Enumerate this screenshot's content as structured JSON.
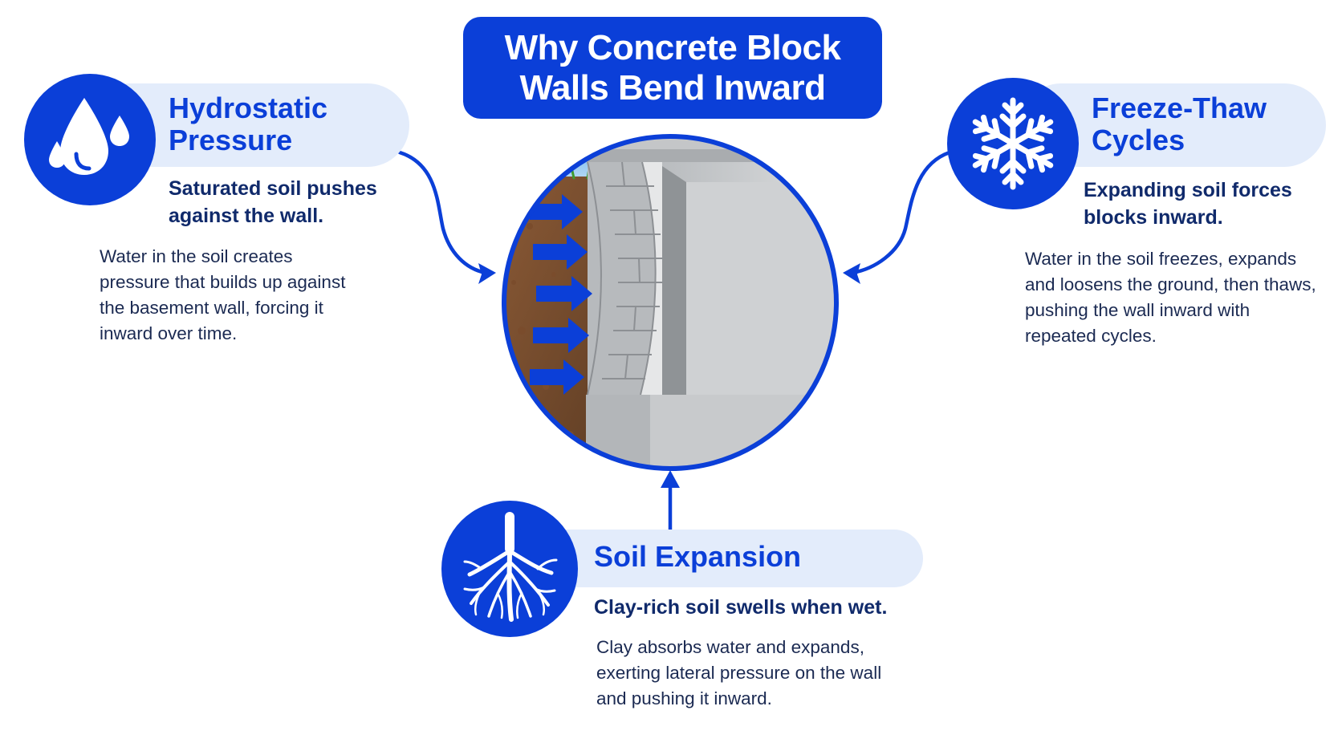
{
  "title": "Why Concrete Block Walls Bend Inward",
  "colors": {
    "brand_blue": "#0b3fd8",
    "pill_bg": "#e3ecfb",
    "heading_navy": "#102a6b"
  },
  "factors": {
    "hydrostatic": {
      "icon": "water-drops-icon",
      "heading": "Hydrostatic Pressure",
      "subheading": "Saturated soil pushes against the wall.",
      "body": "Water in the soil creates pressure that builds up against the basement wall, forcing it inward over time."
    },
    "freeze_thaw": {
      "icon": "snowflake-icon",
      "heading": "Freeze-Thaw Cycles",
      "subheading": "Expanding soil forces blocks inward.",
      "body": "Water in the soil freezes, expands and loosens the ground, then thaws, pushing the wall inward with repeated cycles."
    },
    "soil_expansion": {
      "icon": "roots-icon",
      "heading": "Soil Expansion",
      "subheading": "Clay-rich soil swells when wet.",
      "body": "Clay absorbs water and expands, exerting lateral pressure on the wall and pushing it inward."
    }
  }
}
